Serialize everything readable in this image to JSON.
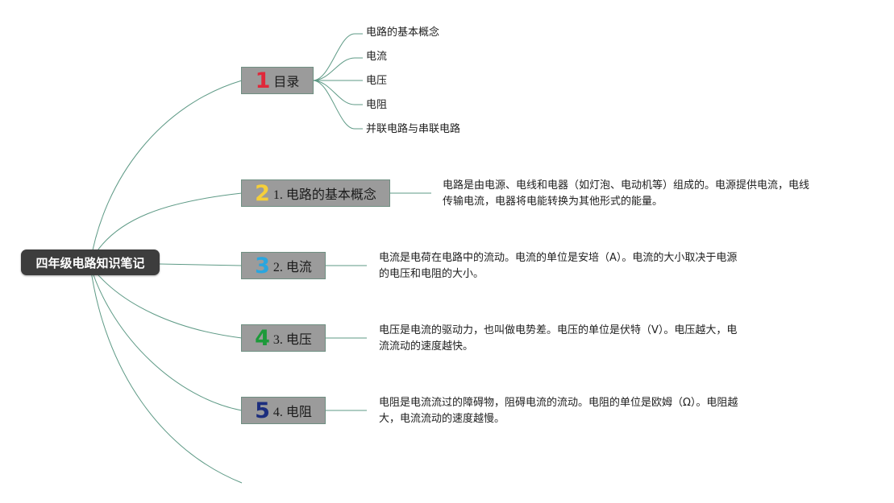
{
  "root": {
    "title": "四年级电路知识笔记"
  },
  "branches": [
    {
      "number": "1",
      "label": "目录",
      "number_color": "#e0283a"
    },
    {
      "number": "2",
      "label": "1. 电路的基本概念",
      "number_color": "#f5cf3a"
    },
    {
      "number": "3",
      "label": "2. 电流",
      "number_color": "#2aa6df"
    },
    {
      "number": "4",
      "label": "3. 电压",
      "number_color": "#1d9a3a"
    },
    {
      "number": "5",
      "label": "4. 电阻",
      "number_color": "#1c2e7e"
    }
  ],
  "toc_items": [
    "电路的基本概念",
    "电流",
    "电压",
    "电阻",
    "并联电路与串联电路"
  ],
  "descriptions": [
    {
      "line1": "电路是由电源、电线和电器（如灯泡、电动机等）组成的。电源提供电流，电线",
      "line2": "传输电流，电器将电能转换为其他形式的能量。"
    },
    {
      "line1": "电流是电荷在电路中的流动。电流的单位是安培（A）。电流的大小取决于电源",
      "line2": "的电压和电阻的大小。"
    },
    {
      "line1": "电压是电流的驱动力，也叫做电势差。电压的单位是伏特（V）。电压越大，电",
      "line2": "流流动的速度越快。"
    },
    {
      "line1": "电阻是电流流过的障碍物，阻碍电流的流动。电阻的单位是欧姆（Ω）。电阻越",
      "line2": "大，电流流动的速度越慢。"
    }
  ],
  "colors": {
    "connector": "#5e9a86",
    "root_bg": "#3d3d3d",
    "node_bg": "#9b9b9b"
  }
}
